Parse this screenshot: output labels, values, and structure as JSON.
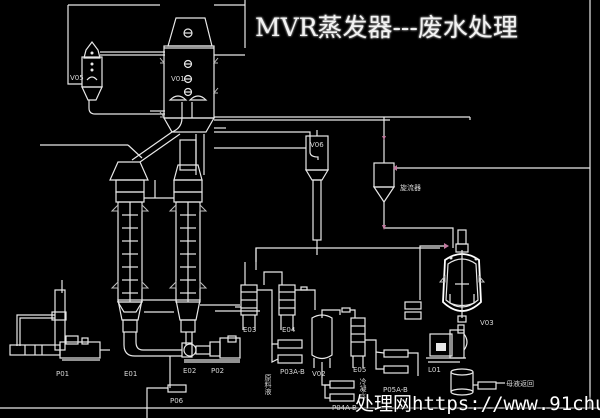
{
  "title": "MVR蒸发器---废水处理",
  "watermark": {
    "cn": "处理网",
    "url": "https://www.91chuli.com"
  },
  "colors": {
    "background": "#000000",
    "line": "#e8e8e8",
    "flow_arrow": "#c27aa0"
  },
  "equipment_labels": {
    "v05": "V05",
    "v01": "V01",
    "v06": "V06",
    "cyclone": "旋流器",
    "v03": "V03",
    "l01": "L01",
    "p01": "P01",
    "e01": "E01",
    "e02": "E02",
    "p02": "P02",
    "p06": "P06",
    "e03": "E03",
    "e04": "E04",
    "p03ab": "P03A-B",
    "v02": "V02",
    "e05": "E05",
    "p04ab": "P04A-B",
    "p05ab": "P05A-B",
    "feed_liquid": "原料液",
    "cooling_water": "冷凝水",
    "mother_liquor": "母液返回"
  }
}
